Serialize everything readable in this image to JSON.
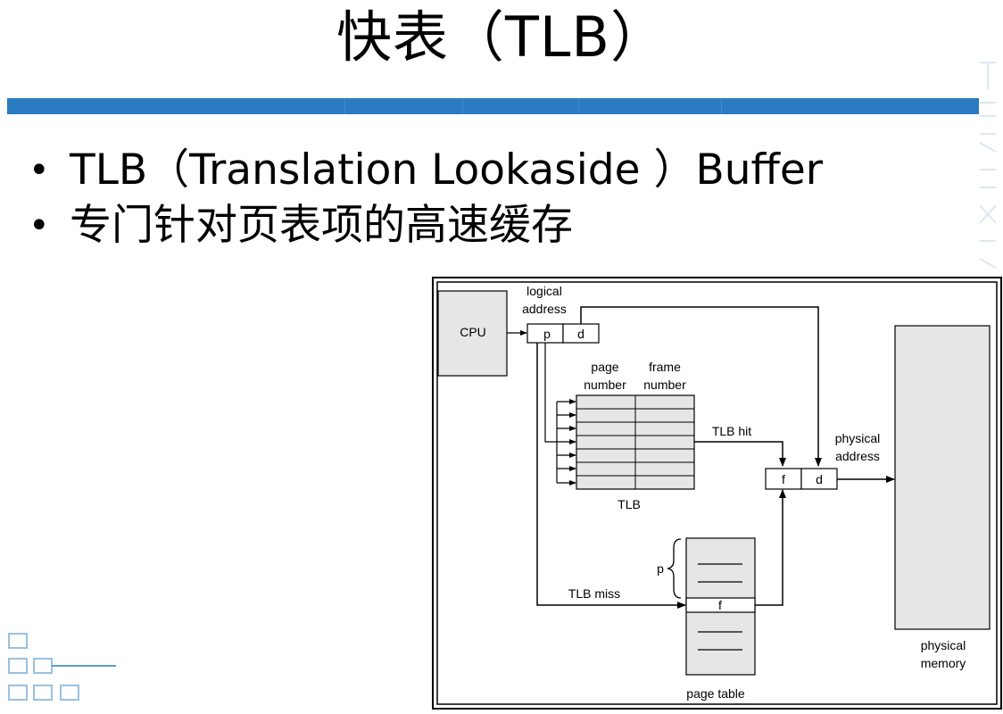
{
  "slide": {
    "title": "快表（TLB）",
    "bullets": [
      "TLB（Translation Lookaside ）Buffer",
      "专门针对页表项的高速缓存"
    ]
  },
  "diagram": {
    "cpu_label": "CPU",
    "logical_address_label_line1": "logical",
    "logical_address_label_line2": "address",
    "p_label": "p",
    "d_label": "d",
    "page_number_line1": "page",
    "page_number_line2": "number",
    "frame_number_line1": "frame",
    "frame_number_line2": "number",
    "tlb_label": "TLB",
    "tlb_hit_label": "TLB hit",
    "tlb_miss_label": "TLB miss",
    "physical_address_line1": "physical",
    "physical_address_line2": "address",
    "f_label": "f",
    "phys_d_label": "d",
    "page_table_p_label": "p",
    "page_table_f_label": "f",
    "page_table_label": "page table",
    "physical_memory_line1": "physical",
    "physical_memory_line2": "memory"
  },
  "colors": {
    "title_bar": "#2a7bbf",
    "box_fill": "#e6e6e6",
    "deco": "#9ac1de"
  }
}
